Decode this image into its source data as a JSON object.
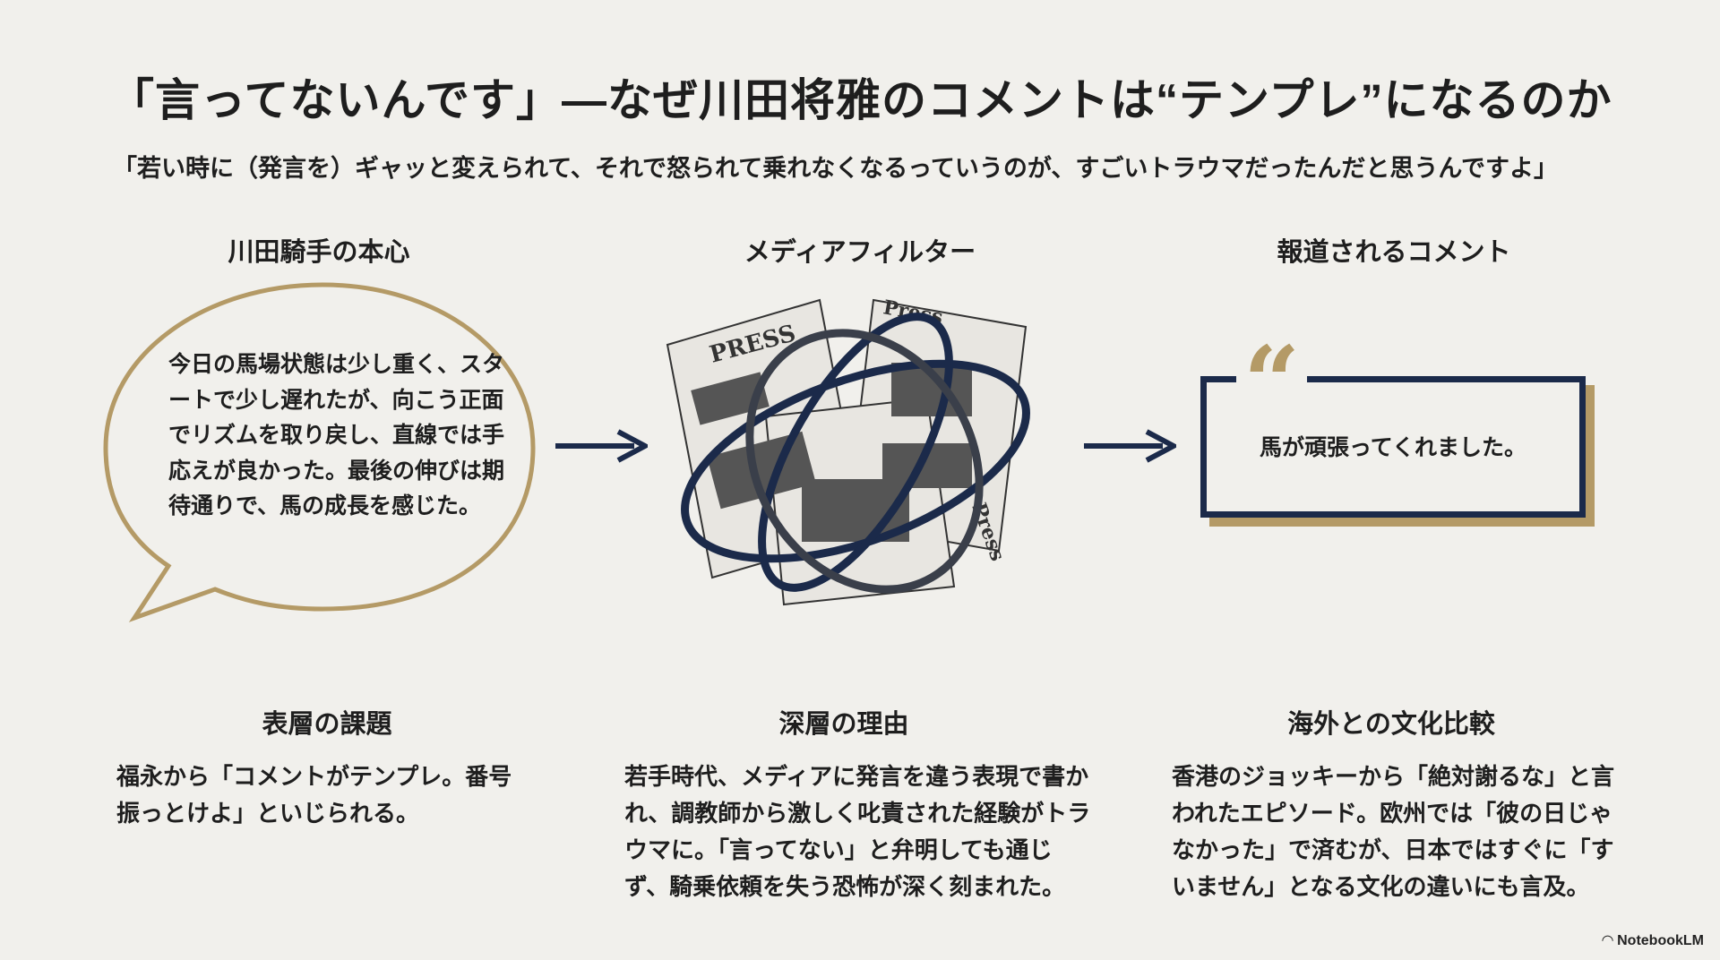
{
  "title": "「言ってないんです」―なぜ川田将雅のコメントは“テンプレ”になるのか",
  "quote": "「若い時に（発言を）ギャッと変えられて、それで怒られて乗れなくなるっていうのが、すごいトラウマだったんだと思うんですよ」",
  "flow": {
    "left": {
      "heading": "川田騎手の本心",
      "text": "今日の馬場状態は少し重く、スタートで少し遅れたが、向こう正面でリズムを取り戻し、直線では手応えが良かった。最後の伸びは期待通りで、馬の成長を感じた。"
    },
    "middle": {
      "heading": "メディアフィルター",
      "press_labels": [
        "PRESS",
        "Press",
        "Press"
      ]
    },
    "right": {
      "heading": "報道されるコメント",
      "text": "馬が頑張ってくれました。",
      "quote_mark": "“"
    }
  },
  "sections": [
    {
      "heading": "表層の課題",
      "lines": [
        "福永から「コメントがテンプレ。番号",
        "振っとけよ」といじられる。"
      ]
    },
    {
      "heading": "深層の理由",
      "lines": [
        "若手時代、メディアに発言を違う表現で書か",
        "れ、調教師から激しく叱責された経験がトラ",
        "ウマに。「言ってない」と弁明しても通じ",
        "ず、騎乗依頼を失う恐怖が深く刻まれた。"
      ]
    },
    {
      "heading": "海外との文化比較",
      "lines": [
        "香港のジョッキーから「絶対謝るな」と言",
        "われたエピソード。欧州では「彼の日じゃ",
        "なかった」で済むが、日本ではすぐに「す",
        "いません」となる文化の違いにも言及。"
      ]
    }
  ],
  "branding": "NotebookLM",
  "colors": {
    "navy": "#1b2a4a",
    "gold": "#b49a66",
    "background": "#f1f0ec"
  }
}
